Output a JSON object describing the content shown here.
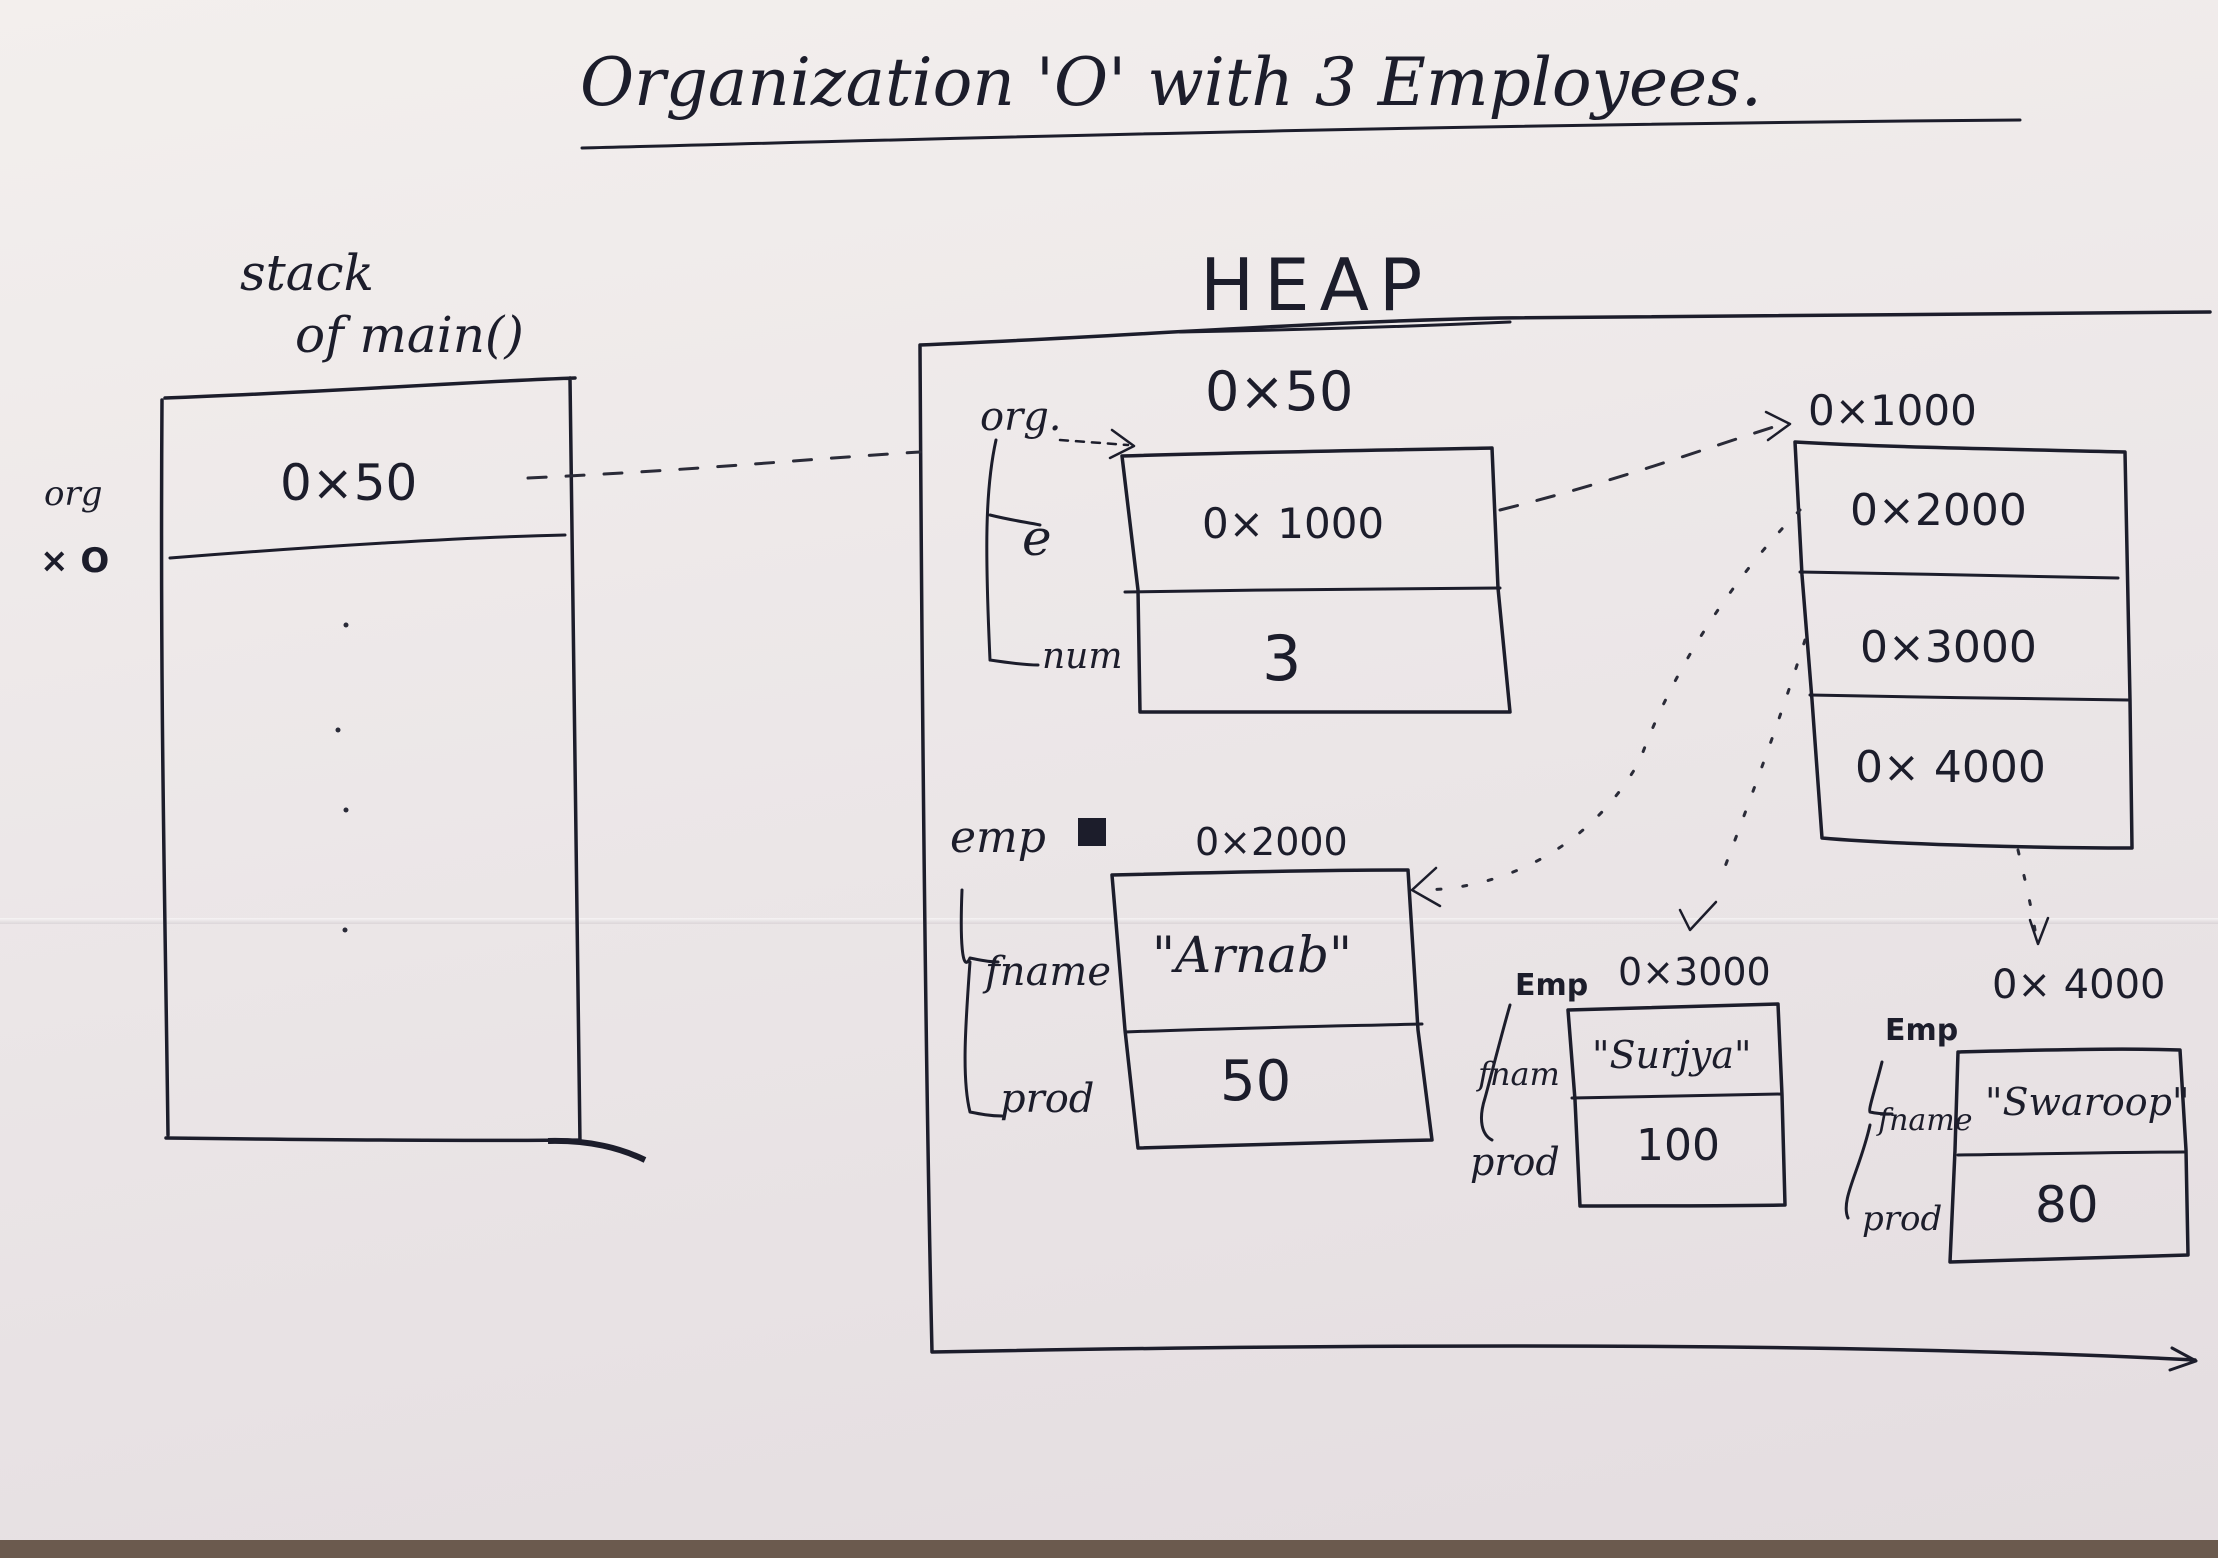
{
  "title": "Organization 'O' with 3 Employees.",
  "stack": {
    "label_line1": "stack",
    "label_line2": "of main()",
    "var_label": "org",
    "var_sub": "× O",
    "cell_value": "0×50"
  },
  "heap": {
    "label": "HEAP",
    "org": {
      "label": "org.",
      "address": "0×50",
      "fields": [
        {
          "name": "e",
          "value": "0× 1000"
        },
        {
          "name": "num",
          "value": "3"
        }
      ]
    },
    "array": {
      "address": "0×1000",
      "values": [
        "0×2000",
        "0×3000",
        "0× 4000"
      ]
    },
    "employees": [
      {
        "label": "emp",
        "address": "0×2000",
        "fname_label": "fname",
        "prod_label": "prod",
        "fname": "\"Arnab\"",
        "prod": "50"
      },
      {
        "label": "Emp",
        "address": "0×3000",
        "fname_label": "fnam",
        "prod_label": "prod",
        "fname": "\"Surjya\"",
        "prod": "100"
      },
      {
        "label": "Emp",
        "address": "0× 4000",
        "fname_label": "fname",
        "prod_label": "prod",
        "fname": "\"Swaroop\"",
        "prod": "80"
      }
    ]
  }
}
